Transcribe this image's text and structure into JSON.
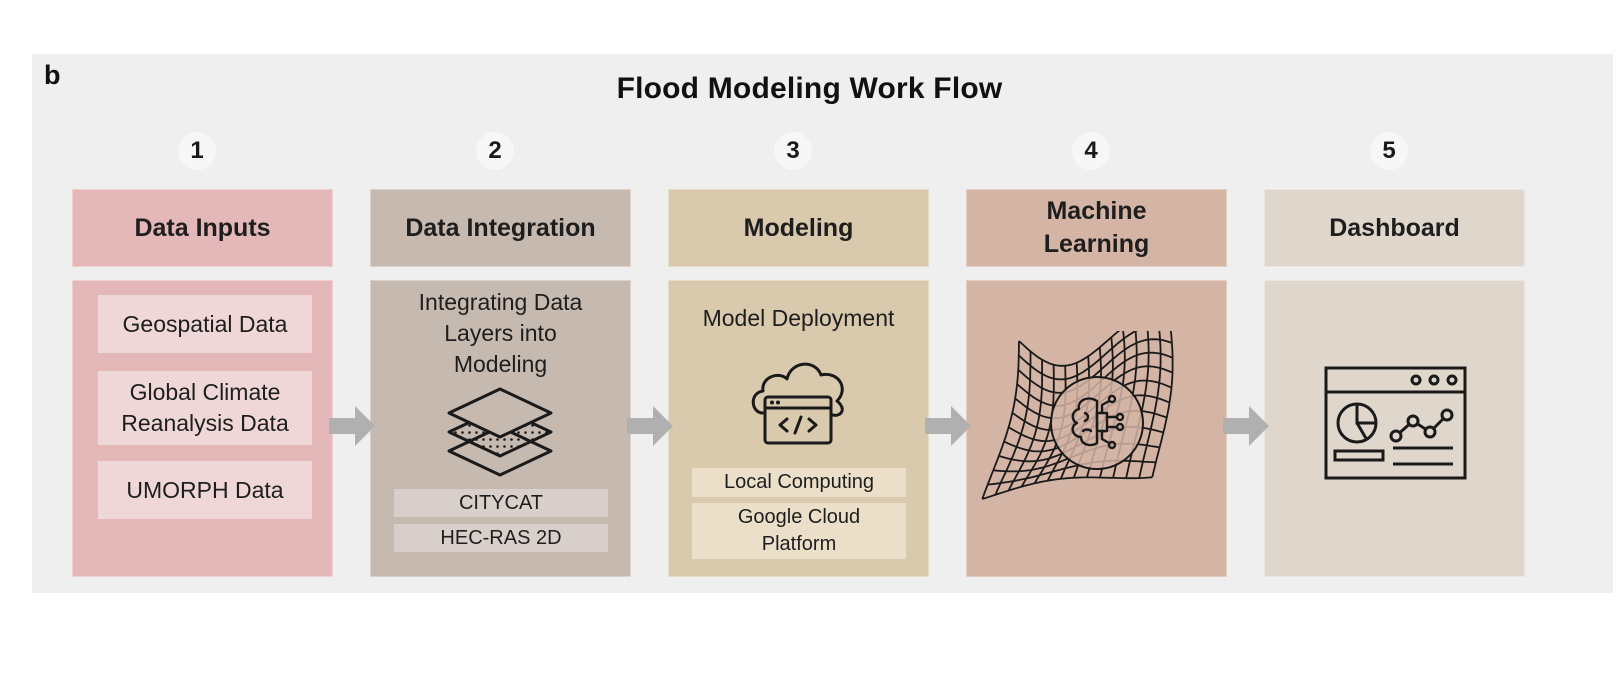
{
  "panel_label": "b",
  "title": "Flood Modeling Work Flow",
  "steps": [
    {
      "number": "1",
      "heading": "Data Inputs",
      "color": "#e4b8b8",
      "items": [
        "Geospatial Data",
        "Global Climate Reanalysis Data",
        "UMORPH Data"
      ]
    },
    {
      "number": "2",
      "heading": "Data Integration",
      "color": "#c6b9b0",
      "subtitle": "Integrating Data Layers into Modeling",
      "icon": "layers-icon",
      "tags": [
        "CITYCAT",
        "HEC-RAS 2D"
      ]
    },
    {
      "number": "3",
      "heading": "Modeling",
      "color": "#d9caad",
      "subtitle": "Model Deployment",
      "icon": "cloud-code-icon",
      "tags": [
        "Local Computing",
        "Google Cloud Platform"
      ]
    },
    {
      "number": "4",
      "heading": "Machine Learning",
      "color": "#d4b4a4",
      "icon": "ai-brain-mesh-icon"
    },
    {
      "number": "5",
      "heading": "Dashboard",
      "color": "#dfd7cb",
      "icon": "dashboard-icon"
    }
  ],
  "connectors": [
    "arrow-right",
    "arrow-right",
    "arrow-right",
    "arrow-right"
  ],
  "colors": {
    "panel_bg": "#efefef",
    "arrow": "#b0b0b0",
    "stroke": "#1a1a1a"
  }
}
